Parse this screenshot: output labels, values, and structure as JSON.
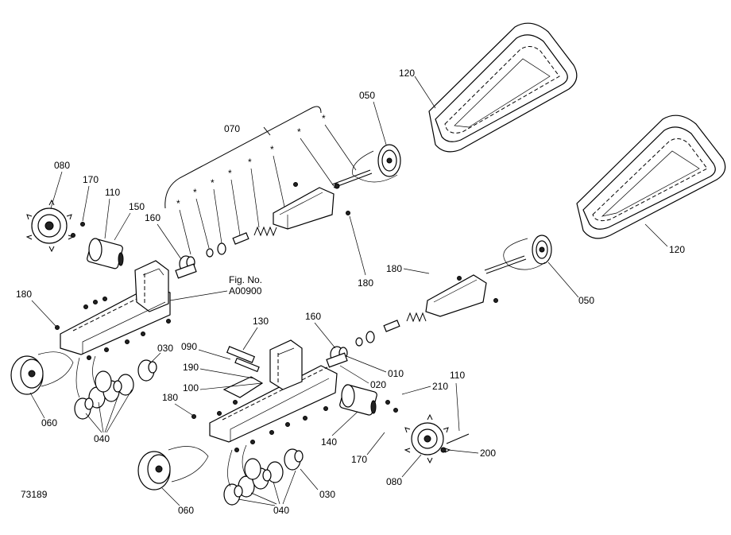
{
  "drawing_number": "73189",
  "figure_reference": {
    "line1": "Fig. No.",
    "line2": "A00900"
  },
  "asterisk": "*",
  "callouts": {
    "c120a": "120",
    "c120b": "120",
    "c050a": "050",
    "c050b": "050",
    "c070": "070",
    "c080a": "080",
    "c080b": "080",
    "c170a": "170",
    "c170b": "170",
    "c110a": "110",
    "c110b": "110",
    "c150": "150",
    "c160a": "160",
    "c160b": "160",
    "c180a": "180",
    "c180b": "180",
    "c180c": "180",
    "c180d": "180",
    "c030a": "030",
    "c030b": "030",
    "c060a": "060",
    "c060b": "060",
    "c040a": "040",
    "c040b": "040",
    "c130": "130",
    "c090": "090",
    "c190": "190",
    "c100": "100",
    "c010": "010",
    "c020": "020",
    "c210": "210",
    "c140": "140",
    "c200": "200"
  }
}
